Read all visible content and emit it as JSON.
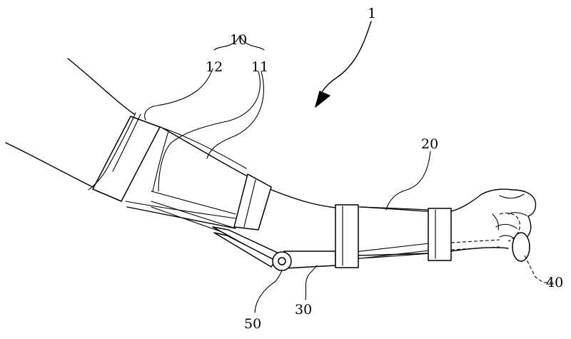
{
  "labels": {
    "device": "1",
    "upper_cuff_assembly": "10",
    "upper_cuff_band": "12",
    "upper_cuff_shell": "11",
    "forearm_cuff": "20",
    "link_bar": "30",
    "hand_grip": "40",
    "elbow_joint": "50"
  }
}
